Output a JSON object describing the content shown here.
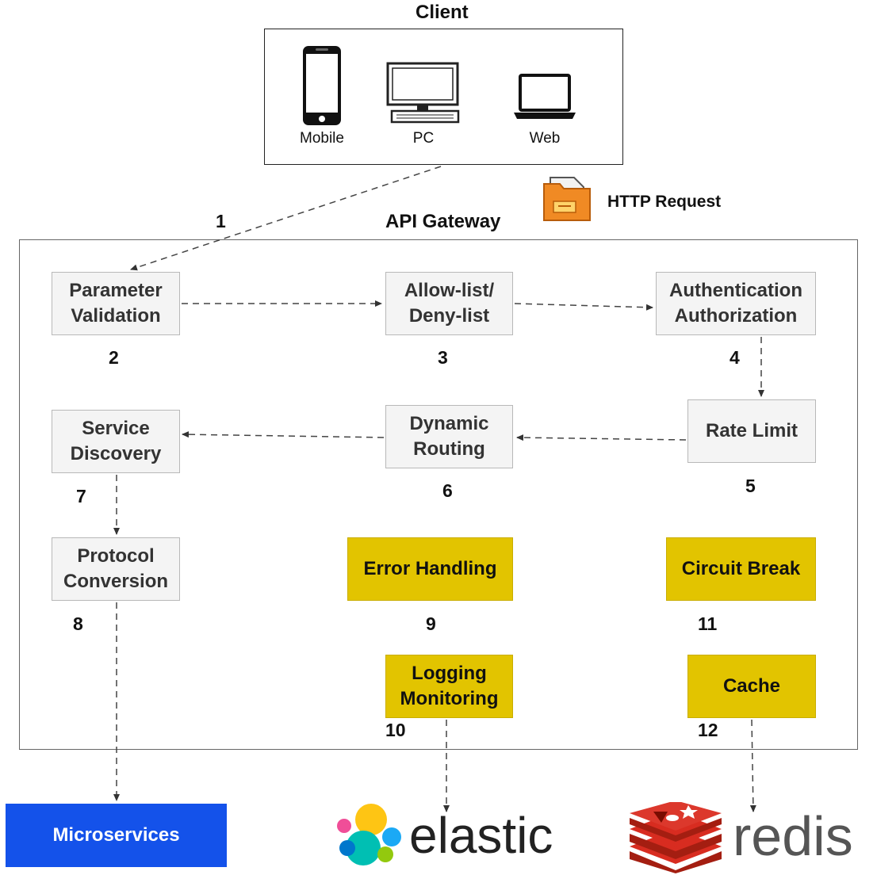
{
  "client": {
    "title": "Client",
    "devices": [
      {
        "label": "Mobile",
        "icon": "mobile-phone-icon"
      },
      {
        "label": "PC",
        "icon": "desktop-pc-icon"
      },
      {
        "label": "Web",
        "icon": "laptop-icon"
      }
    ]
  },
  "request": {
    "label": "HTTP Request",
    "icon": "folder-document-icon"
  },
  "gateway": {
    "title": "API Gateway",
    "steps": [
      {
        "num": "1"
      },
      {
        "label": "Parameter\nValidation",
        "num": "2"
      },
      {
        "label": "Allow-list/\nDeny-list",
        "num": "3"
      },
      {
        "label": "Authentication\nAuthorization",
        "num": "4"
      },
      {
        "label": "Rate Limit",
        "num": "5"
      },
      {
        "label": "Dynamic\nRouting",
        "num": "6"
      },
      {
        "label": "Service\nDiscovery",
        "num": "7"
      },
      {
        "label": "Protocol\nConversion",
        "num": "8"
      },
      {
        "label": "Error Handling",
        "num": "9"
      },
      {
        "label": "Logging\nMonitoring",
        "num": "10"
      },
      {
        "label": "Circuit Break",
        "num": "11"
      },
      {
        "label": "Cache",
        "num": "12"
      }
    ]
  },
  "targets": {
    "microservices": "Microservices",
    "elastic": "elastic",
    "redis": "redis"
  },
  "colors": {
    "yellow": "#e2c400",
    "gray_box": "#f4f4f4",
    "microservices_blue": "#1452ea",
    "redis_red": "#d82c20",
    "folder_orange": "#f08a24"
  }
}
